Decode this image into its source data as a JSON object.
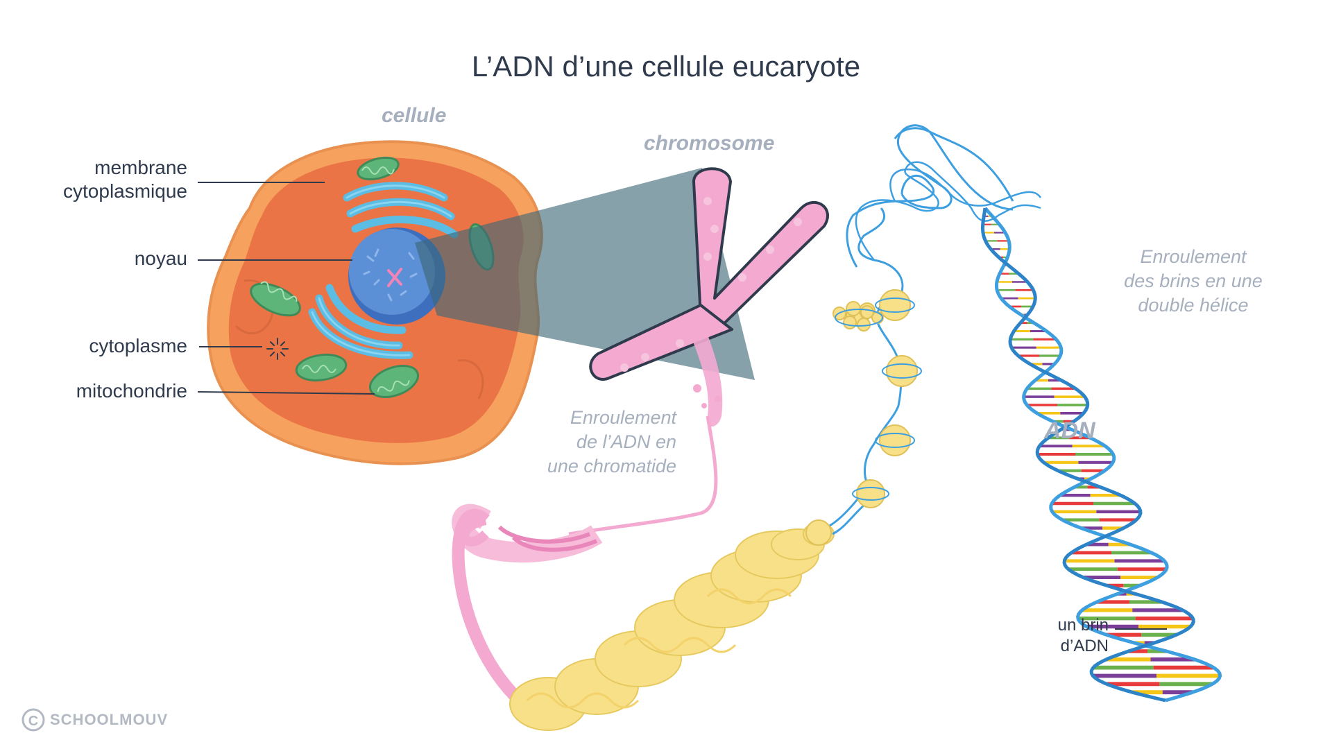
{
  "title": "L’ADN d’une cellule eucaryote",
  "labels": {
    "cellule": "cellule",
    "chromosome": "chromosome",
    "membrane_line1": "membrane",
    "membrane_line2": "cytoplasmique",
    "noyau": "noyau",
    "cytoplasme": "cytoplasme",
    "mitochondrie": "mitochondrie",
    "chromatide_line1": "Enroulement",
    "chromatide_line2": "de l’ADN en",
    "chromatide_line3": "une chromatide",
    "helice_line1": "Enroulement",
    "helice_line2": "des brins en une",
    "helice_line3": "double hélice",
    "adn": "ADN",
    "brin_line1": "un brin",
    "brin_line2": "d’ADN"
  },
  "watermark": "SCHOOLMOUV",
  "colors": {
    "title": "#2f3a4c",
    "soft_label": "#a6afbd",
    "cell_outer": "#f6a15e",
    "cytoplasm": "#ea7445",
    "nucleus": "#5b8fd6",
    "golgi": "#5bbce4",
    "mitochondria": "#5db57a",
    "chromosome": "#f4a9d0",
    "chromatin": "#f8e089",
    "dna_backbone": "#3d9fe0",
    "zoom_cone": "#3d6877"
  }
}
